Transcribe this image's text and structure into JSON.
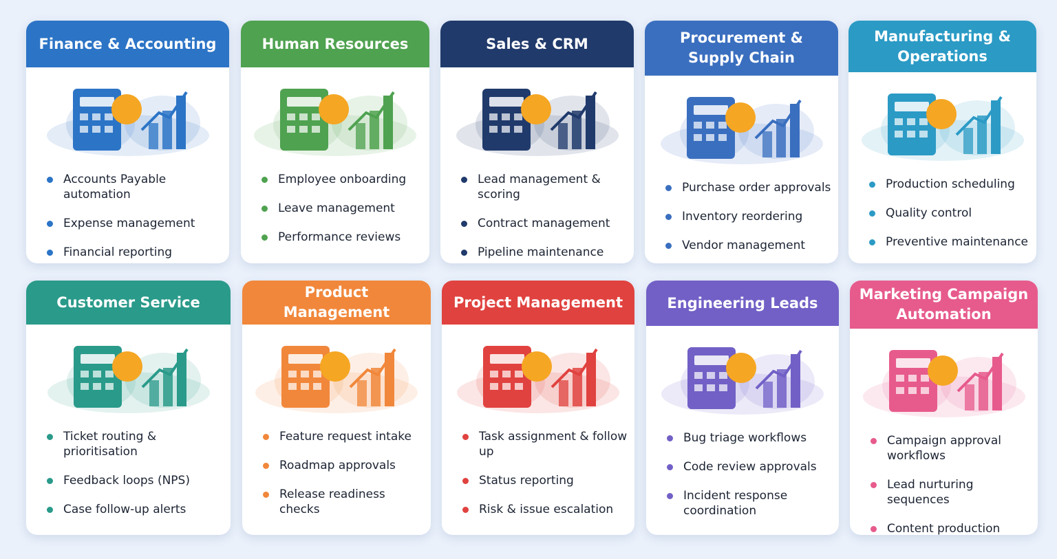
{
  "cards": [
    {
      "title": "Finance & Accounting",
      "color": "#2b74c6",
      "icon": "calculator-dollar-chart-icon",
      "items": [
        "Accounts Payable automation",
        "Expense management",
        "Financial reporting"
      ]
    },
    {
      "title": "Human Resources",
      "color": "#4fa24f",
      "icon": "clipboard-person-icon",
      "items": [
        "Employee onboarding",
        "Leave management",
        "Performance reviews"
      ]
    },
    {
      "title": "Sales & CRM",
      "color": "#1f3a6b",
      "icon": "handshake-chart-icon",
      "items": [
        "Lead management & scoring",
        "Contract management",
        "Pipeline maintenance"
      ]
    },
    {
      "title": "Procurement & Supply Chain",
      "color": "#3a6fc0",
      "icon": "checklist-boxes-icon",
      "items": [
        "Purchase order approvals",
        "Inventory reordering",
        "Vendor management"
      ]
    },
    {
      "title": "Manufacturing & Operations",
      "color": "#2b9bc6",
      "icon": "factory-gears-icon",
      "items": [
        "Production scheduling",
        "Quality control",
        "Preventive maintenance"
      ]
    },
    {
      "title": "Customer Service",
      "color": "#2a9a8a",
      "icon": "headset-agent-chat-icon",
      "items": [
        "Ticket routing & prioritisation",
        "Feedback loops (NPS)",
        "Case follow-up alerts"
      ]
    },
    {
      "title": "Product Management",
      "color": "#f0873a",
      "icon": "lightbulb-gear-roadmap-icon",
      "items": [
        "Feature request intake",
        "Roadmap approvals",
        "Release readiness checks"
      ]
    },
    {
      "title": "Project Management",
      "color": "#e0433f",
      "icon": "checklist-gantt-icon",
      "items": [
        "Task assignment & follow up",
        "Status reporting",
        "Risk & issue escalation"
      ]
    },
    {
      "title": "Engineering Leads",
      "color": "#7260c7",
      "icon": "bug-monitor-code-icon",
      "items": [
        "Bug triage workflows",
        "Code review approvals",
        "Incident response coordination"
      ]
    },
    {
      "title": "Marketing Campaign Automation",
      "color": "#e65a8c",
      "icon": "megaphone-video-chart-icon",
      "items": [
        "Campaign approval workflows",
        "Lead nurturing sequences",
        "Content production tracking"
      ]
    }
  ]
}
